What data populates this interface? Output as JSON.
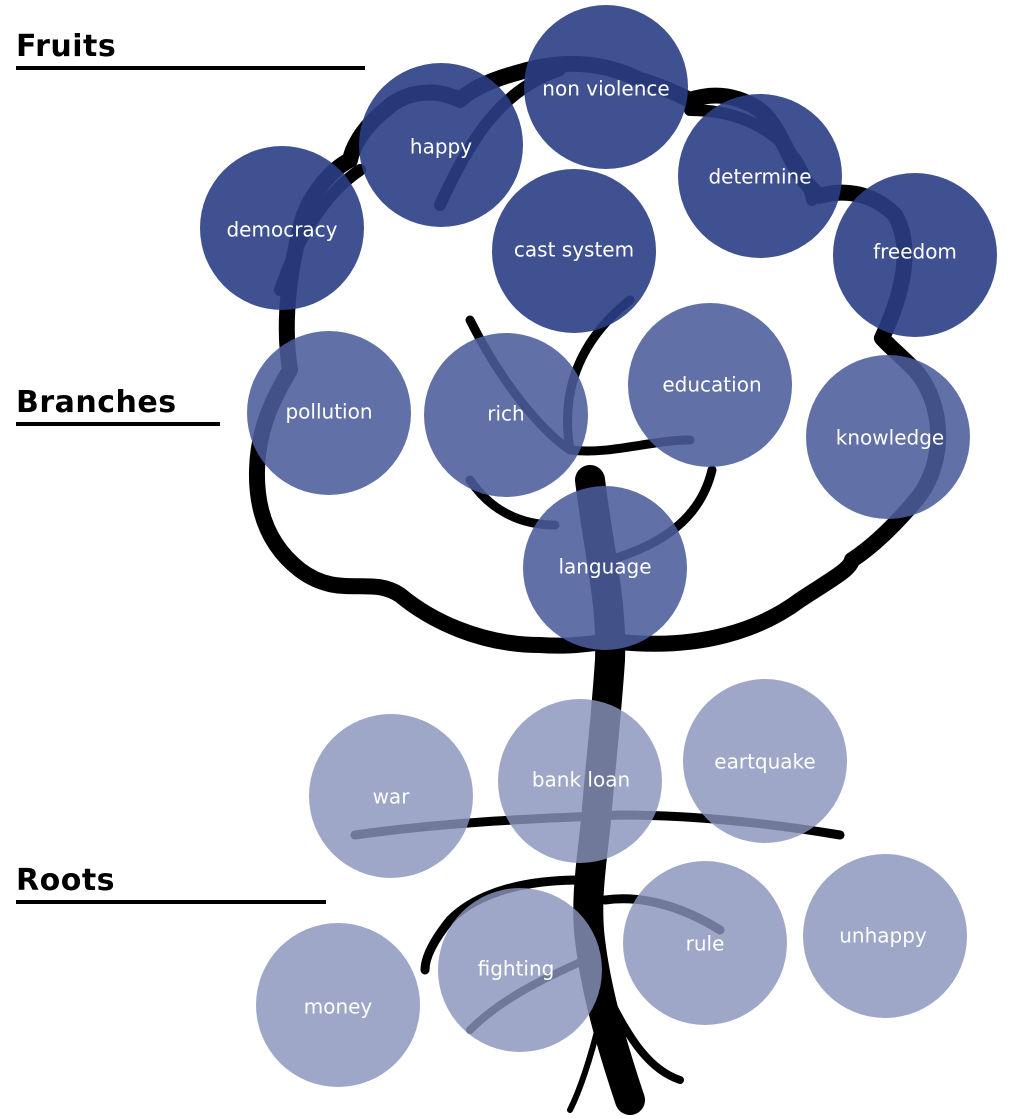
{
  "sections": {
    "fruits": "Fruits",
    "branches": "Branches",
    "roots": "Roots"
  },
  "colors": {
    "fruit": "#2B3E85",
    "branch": "#4C5C9C",
    "root": "#8A94BC",
    "tree": "#000000"
  },
  "fruits": [
    "non violence",
    "happy",
    "determine",
    "democracy",
    "cast system",
    "freedom"
  ],
  "branches": [
    "pollution",
    "rich",
    "education",
    "knowledge",
    "language"
  ],
  "roots": [
    "war",
    "bank loan",
    "eartquake",
    "fighting",
    "rule",
    "unhappy",
    "money"
  ]
}
